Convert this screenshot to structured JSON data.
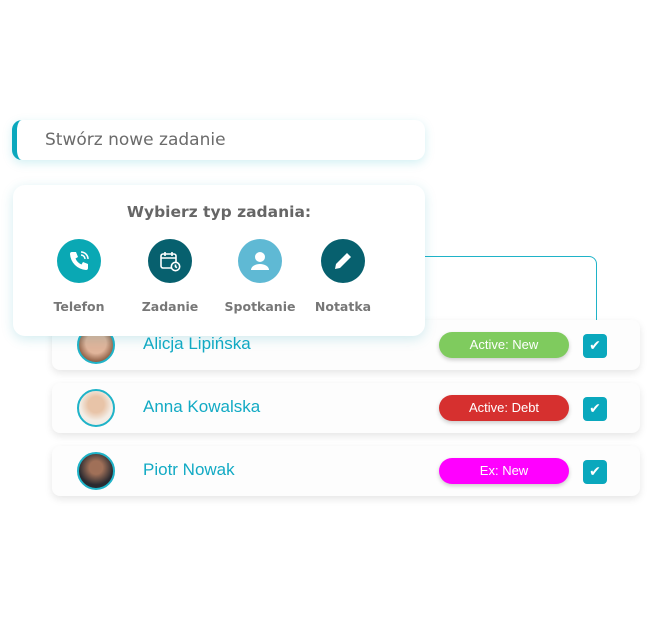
{
  "new_task": {
    "placeholder": "Stwórz nowe zadanie"
  },
  "task_type": {
    "title": "Wybierz typ zadania:",
    "options": [
      {
        "label": "Telefon",
        "icon": "phone-icon",
        "color": "#0aa8b4"
      },
      {
        "label": "Zadanie",
        "icon": "calendar-clock-icon",
        "color": "#07606e"
      },
      {
        "label": "Spotkanie",
        "icon": "user-icon",
        "color": "#5fb9d4"
      },
      {
        "label": "Notatka",
        "icon": "pencil-icon",
        "color": "#07606e"
      }
    ]
  },
  "contacts": [
    {
      "name": "Alicja Lipińska",
      "status": "Active: New",
      "status_color": "#7fcb5e"
    },
    {
      "name": "Anna Kowalska",
      "status": "Active: Debt",
      "status_color": "#d6302f"
    },
    {
      "name": "Piotr Nowak",
      "status": "Ex: New",
      "status_color": "#ff00ff"
    }
  ],
  "check_glyph": "✔"
}
